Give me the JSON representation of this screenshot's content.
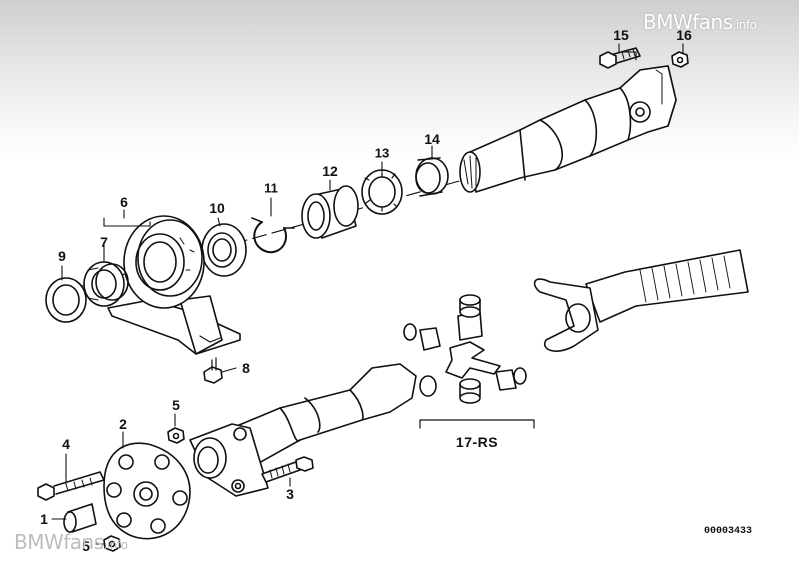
{
  "watermark": {
    "brand": "BMWfans",
    "suffix": ".info"
  },
  "diagram_id": "00003433",
  "callouts": {
    "c1": "1",
    "c2": "2",
    "c3": "3",
    "c4": "4",
    "c5a": "5",
    "c5b": "5",
    "c6": "6",
    "c7": "7",
    "c8": "8",
    "c9": "9",
    "c10": "10",
    "c11": "11",
    "c12": "12",
    "c13": "13",
    "c14": "14",
    "c15": "15",
    "c16": "16",
    "c17": "17-RS"
  }
}
